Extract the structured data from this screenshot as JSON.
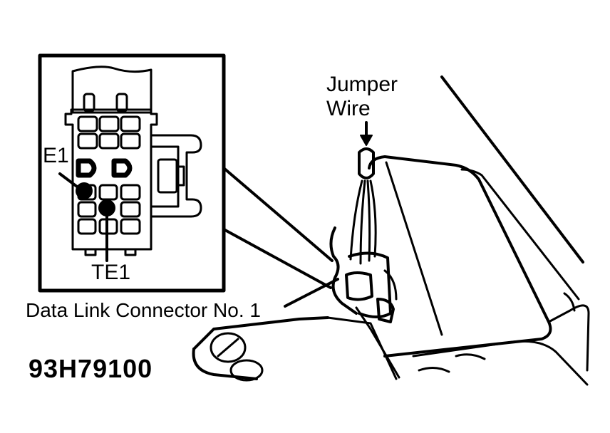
{
  "labels": {
    "jumper_line1": "Jumper",
    "jumper_line2": "Wire",
    "e1": "E1",
    "te1": "TE1",
    "connector": "Data Link Connector No. 1",
    "figure_code": "93H79100"
  },
  "colors": {
    "ink": "#000000",
    "paper": "#ffffff"
  }
}
